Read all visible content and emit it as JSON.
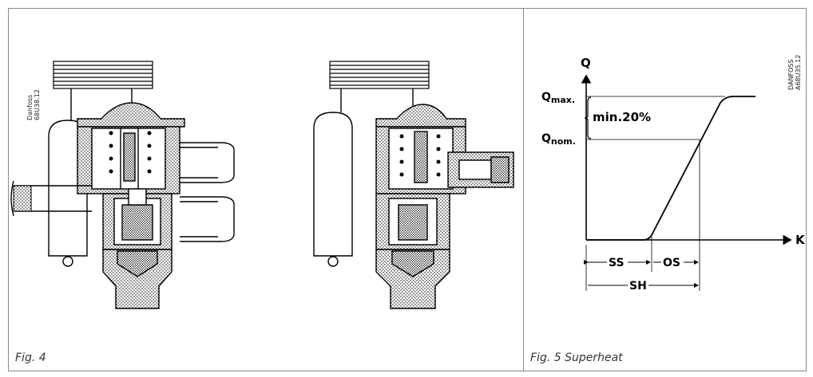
{
  "fig4": {
    "caption": "Fig. 4",
    "ref_code_line1": "Danfoss",
    "ref_code_line2": "68U38.12"
  },
  "fig5": {
    "caption": "Fig. 5 Superheat",
    "ref_code_line1": "DANFOSS",
    "ref_code_line2": "A68U35.12",
    "y_axis_label": "Q",
    "x_axis_label": "K",
    "q_max_label": "Q",
    "q_max_sub": "max.",
    "q_nom_label": "Q",
    "q_nom_sub": "nom.",
    "min_pct_label": "min.20%",
    "ss_label": "SS",
    "os_label": "OS",
    "sh_label": "SH"
  }
}
